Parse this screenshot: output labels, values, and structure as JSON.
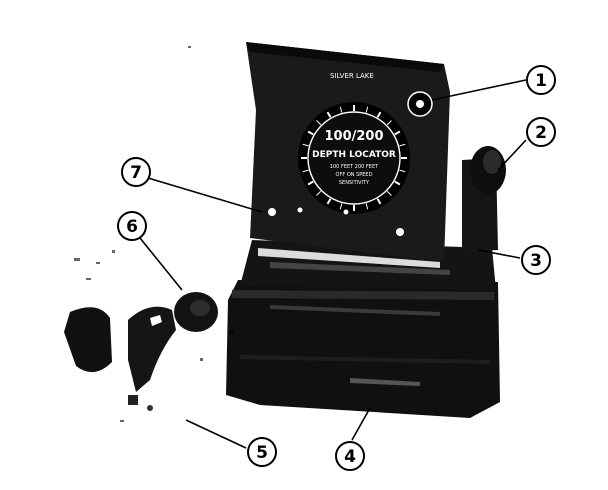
{
  "device": {
    "brand": "SILVER LAKE",
    "dial_reading": "100/200",
    "dial_title": "DEPTH LOCATOR",
    "dial_fine_print": [
      "100 FEET  200 FEET",
      "OFF  ON  SPEED",
      "SENSITIVITY"
    ]
  },
  "callouts": [
    {
      "number": "1"
    },
    {
      "number": "2"
    },
    {
      "number": "3"
    },
    {
      "number": "4"
    },
    {
      "number": "5"
    },
    {
      "number": "6"
    },
    {
      "number": "7"
    }
  ],
  "colors": {
    "ink": "#000000",
    "paper": "#ffffff",
    "body_dark": "#121212",
    "face_dark": "#1c1c1c"
  }
}
